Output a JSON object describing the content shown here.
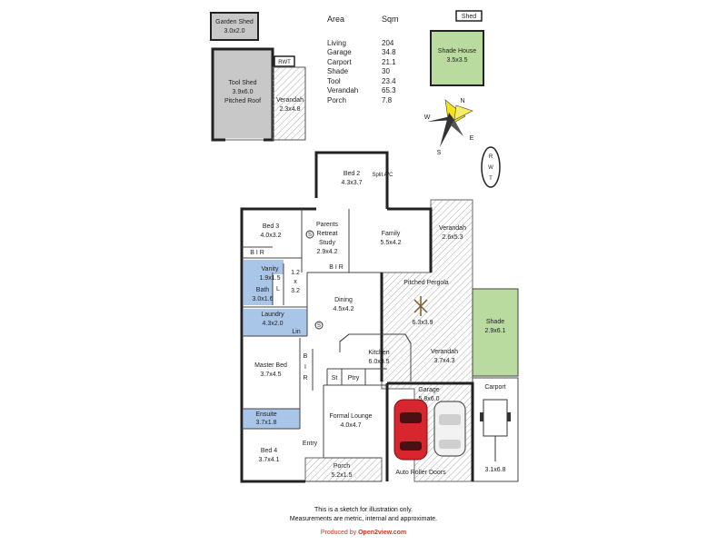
{
  "area_table": {
    "header_area": "Area",
    "header_sqm": "Sqm",
    "rows": [
      {
        "name": "Living",
        "sqm": "204"
      },
      {
        "name": "Garage",
        "sqm": "34.8"
      },
      {
        "name": "Carport",
        "sqm": "21.1"
      },
      {
        "name": "Shade",
        "sqm": "30"
      },
      {
        "name": "Tool",
        "sqm": "23.4"
      },
      {
        "name": "Verandah",
        "sqm": "65.3"
      },
      {
        "name": "Porch",
        "sqm": "7.8"
      }
    ]
  },
  "outbuildings": {
    "garden_shed": {
      "name": "Garden Shed",
      "size": "3.0x2.0"
    },
    "shed_label": "Shed",
    "shade_house": {
      "name": "Shade House",
      "size": "3.5x3.5"
    },
    "tool_shed": {
      "name": "Tool Shed",
      "size": "3.9x6.0",
      "note": "Pitched Roof"
    },
    "rwt_top": "RWT",
    "verandah_side": {
      "name": "Verandah",
      "size": "2.3x4.8"
    }
  },
  "compass": {
    "n": "N",
    "e": "E",
    "s": "S",
    "w": "W"
  },
  "rwt_right": [
    "R",
    "W",
    "T"
  ],
  "rooms": {
    "bed2": {
      "name": "Bed 2",
      "size": "4.3x3.7"
    },
    "split_ac": "Split A/C",
    "bed3": {
      "name": "Bed 3",
      "size": "4.0x3.2"
    },
    "parents": {
      "line1": "Parents",
      "line2": "Retreat",
      "line3": "Study",
      "size": "2.9x4.2"
    },
    "family": {
      "name": "Family",
      "size": "5.5x4.2"
    },
    "verandah_top": {
      "name": "Verandah",
      "size": "2.6x5.3"
    },
    "bir": "B I R",
    "vanity": {
      "name": "Vanity",
      "size": "1.9x1.5"
    },
    "bath": {
      "name": "Bath",
      "size": "3.0x1.6"
    },
    "l": "L",
    "hall": {
      "line1": "1.2",
      "line2": "x",
      "line3": "3.2"
    },
    "pergola": {
      "name": "Pitched Pergola",
      "size": "6.3x3.9"
    },
    "dining": {
      "name": "Dining",
      "size": "4.5x4.2"
    },
    "laundry": {
      "name": "Laundry",
      "size": "4.3x2.0"
    },
    "lin": "Lin",
    "kitchen": {
      "name": "Kitchen",
      "size": "6.0x3.5"
    },
    "verandah_bottom": {
      "name": "Verandah",
      "size": "3.7x4.3"
    },
    "shade": {
      "name": "Shade",
      "size": "2.9x6.1"
    },
    "master": {
      "name": "Master Bed",
      "size": "3.7x4.5"
    },
    "bir_vertical": [
      "B",
      "I",
      "R"
    ],
    "st": "St",
    "ptry": "Ptry",
    "garage": {
      "name": "Garage",
      "size": "5.8x6.0"
    },
    "carport": {
      "name": "Carport",
      "size": "3.1x6.8"
    },
    "ensuite": {
      "name": "Ensuite",
      "size": "3.7x1.8"
    },
    "formal": {
      "name": "Formal Lounge",
      "size": "4.0x4.7"
    },
    "bed4": {
      "name": "Bed 4",
      "size": "3.7x4.1"
    },
    "entry": "Entry",
    "auto_doors": "Auto Roller Doors",
    "porch": {
      "name": "Porch",
      "size": "5.2x1.5"
    },
    "s": "S"
  },
  "footer": {
    "line1": "This is a sketch for illustration only.",
    "line2": "Measurements are metric, internal and approximate.",
    "produced_by": "Produced by",
    "brand": "Open2view.com"
  },
  "colors": {
    "shed_fill": "#c8c8c8",
    "shade_green": "#b9dba0",
    "wet_blue": "#a9c6e8",
    "hatch": "#bdbdbd",
    "car_red": "#d8262e",
    "brand_red": "#c0392b"
  }
}
